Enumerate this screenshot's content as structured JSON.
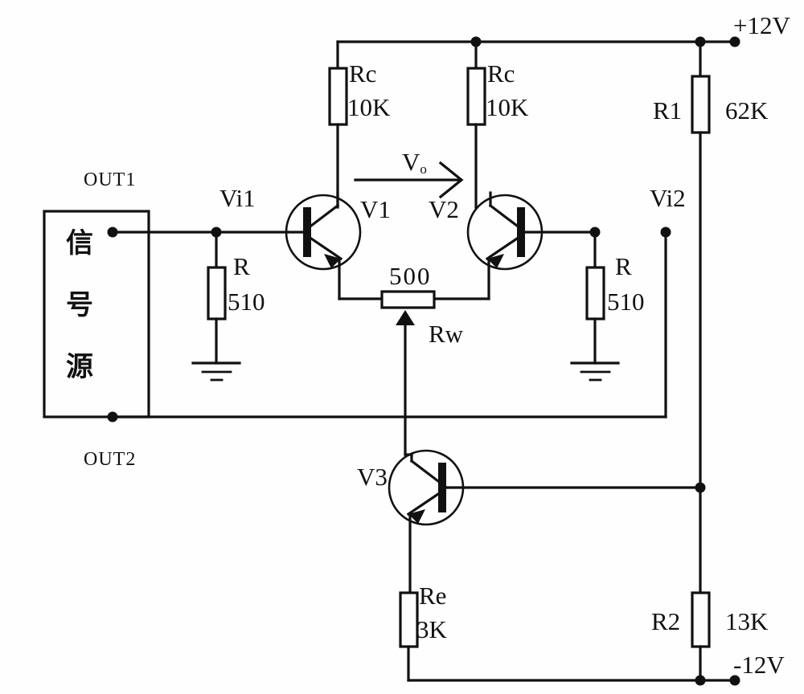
{
  "diagram": {
    "title": "Differential amplifier circuit with constant-current source",
    "colors": {
      "line": "#111111",
      "background": "#fefefe",
      "text": "#111111"
    }
  },
  "source_block": {
    "name": "signal-source",
    "lines": [
      "信",
      "号",
      "源"
    ],
    "terminal_top_label": "OUT1",
    "terminal_bottom_label": "OUT2"
  },
  "nodes": {
    "vi1": "Vi1",
    "vi2": "Vi2",
    "vo": "V",
    "vo_sub": "o"
  },
  "supplies": {
    "positive": "+12V",
    "negative": "-12V"
  },
  "transistors": [
    {
      "id": "v1",
      "label": "V1",
      "type": "npn"
    },
    {
      "id": "v2",
      "label": "V2",
      "type": "npn"
    },
    {
      "id": "v3",
      "label": "V3",
      "type": "npn"
    }
  ],
  "resistors": [
    {
      "id": "rc-left",
      "label": "Rc",
      "value": "10K"
    },
    {
      "id": "rc-right",
      "label": "Rc",
      "value": "10K"
    },
    {
      "id": "r-left",
      "label": "R",
      "value": "510"
    },
    {
      "id": "r-right",
      "label": "R",
      "value": "510"
    },
    {
      "id": "r1",
      "label": "R1",
      "value": "62K"
    },
    {
      "id": "r2",
      "label": "R2",
      "value": "13K"
    },
    {
      "id": "re",
      "label": "Re",
      "value": "3K"
    }
  ],
  "potentiometer": {
    "id": "rw",
    "label": "Rw",
    "value": "500"
  },
  "ground_symbols": [
    {
      "id": "ground-left"
    },
    {
      "id": "ground-right"
    }
  ]
}
